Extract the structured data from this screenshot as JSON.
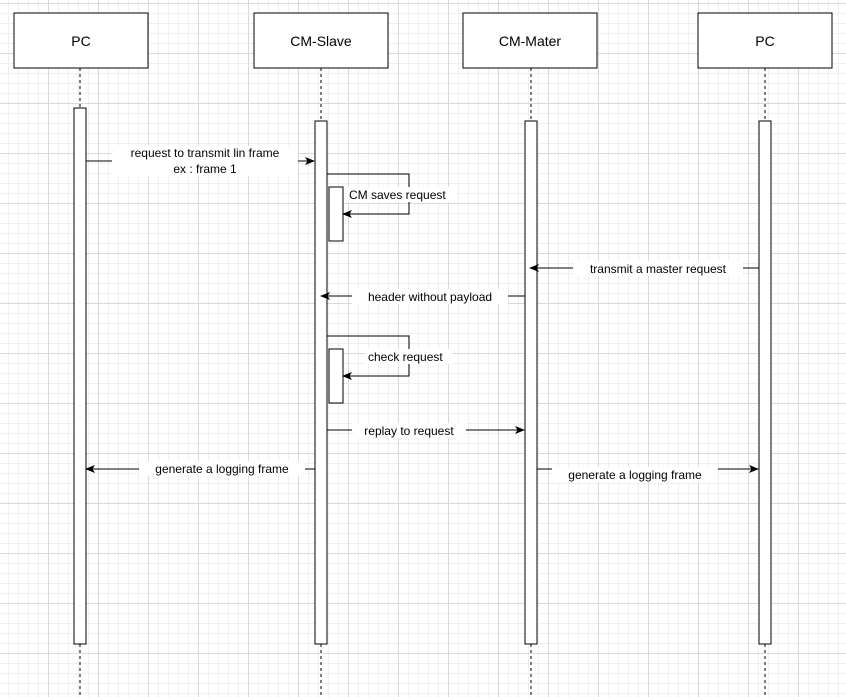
{
  "lifelines": [
    {
      "id": "pc-left",
      "title": "PC"
    },
    {
      "id": "cm-slave",
      "title": "CM-Slave"
    },
    {
      "id": "cm-master",
      "title": "CM-Mater"
    },
    {
      "id": "pc-right",
      "title": "PC"
    }
  ],
  "messages": {
    "request_transmit_line1": "request to transmit lin frame",
    "request_transmit_line2": "ex : frame 1",
    "cm_saves_request": "CM saves request",
    "transmit_master_request": "transmit a master request",
    "header_without_payload": "header without payload",
    "check_request": "check request",
    "replay_to_request": "replay to request",
    "generate_logging_frame_left": "generate a logging frame",
    "generate_logging_frame_right": "generate a logging frame"
  }
}
